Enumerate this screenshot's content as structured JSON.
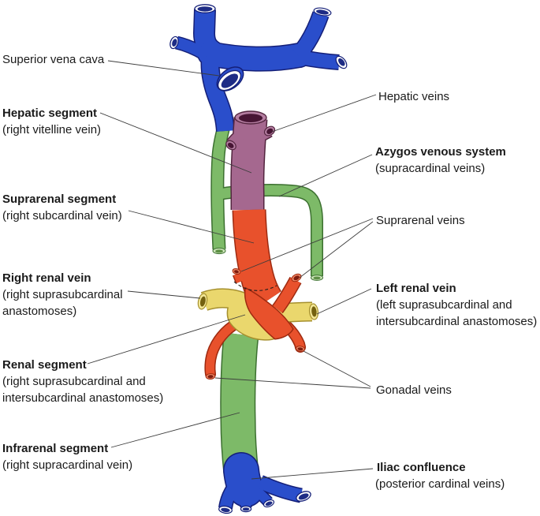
{
  "figure": {
    "background": "#ffffff",
    "type": "anatomical-diagram"
  },
  "colors": {
    "background": "#ffffff",
    "svc-blue": "#2a4ecb",
    "svc-blue-dark": "#141f78",
    "opening-white": "#ffffff",
    "opening-navy": "#1e2c85",
    "azygos-green": "#7dba68",
    "green-dark": "#3c7030",
    "green-open-rim": "#cde6ba",
    "green-open-core": "#5d8f45",
    "hepatic-purple": "#a5688f",
    "purple-dark": "#53253f",
    "purple-rim": "#b57fa2",
    "purple-core": "#471534",
    "orange": "#e8512c",
    "orange-dark": "#9e2a10",
    "red-rim": "#ef8563",
    "red-core": "#7e1c0e",
    "yellow": "#ead76d",
    "yellow-dark": "#a6902e",
    "yellow-rim": "#f3e796",
    "yellow-core": "#746110",
    "leader": "#3c3c3c",
    "text": "#1a1a1a"
  },
  "labels": {
    "superior_vena_cava": {
      "text": "Superior vena cava"
    },
    "hepatic_segment": {
      "title": "Hepatic segment",
      "sub1": "(right vitelline vein)"
    },
    "suprarenal_segment": {
      "title": "Suprarenal segment",
      "sub1": "(right subcardinal vein)"
    },
    "right_renal_vein": {
      "title": "Right renal vein",
      "sub1": "(right suprasubcardinal",
      "sub2": "anastomoses)"
    },
    "renal_segment": {
      "title": "Renal segment",
      "sub1": "(right suprasubcardinal and",
      "sub2": "intersubcardinal anastomoses)"
    },
    "infrarenal_segment": {
      "title": "Infrarenal segment",
      "sub1": "(right supracardinal vein)"
    },
    "hepatic_veins": {
      "text": "Hepatic veins"
    },
    "azygos_venous_system": {
      "title": "Azygos venous system",
      "sub1": "(supracardinal veins)"
    },
    "suprarenal_veins": {
      "text": "Suprarenal veins"
    },
    "left_renal_vein": {
      "title": "Left renal vein",
      "sub1": "(left suprasubcardinal and",
      "sub2": "intersubcardinal anastomoses)"
    },
    "gonadal_veins": {
      "text": "Gonadal veins"
    },
    "iliac_confluence": {
      "title": "Iliac confluence",
      "sub1": "(posterior cardinal veins)"
    }
  }
}
